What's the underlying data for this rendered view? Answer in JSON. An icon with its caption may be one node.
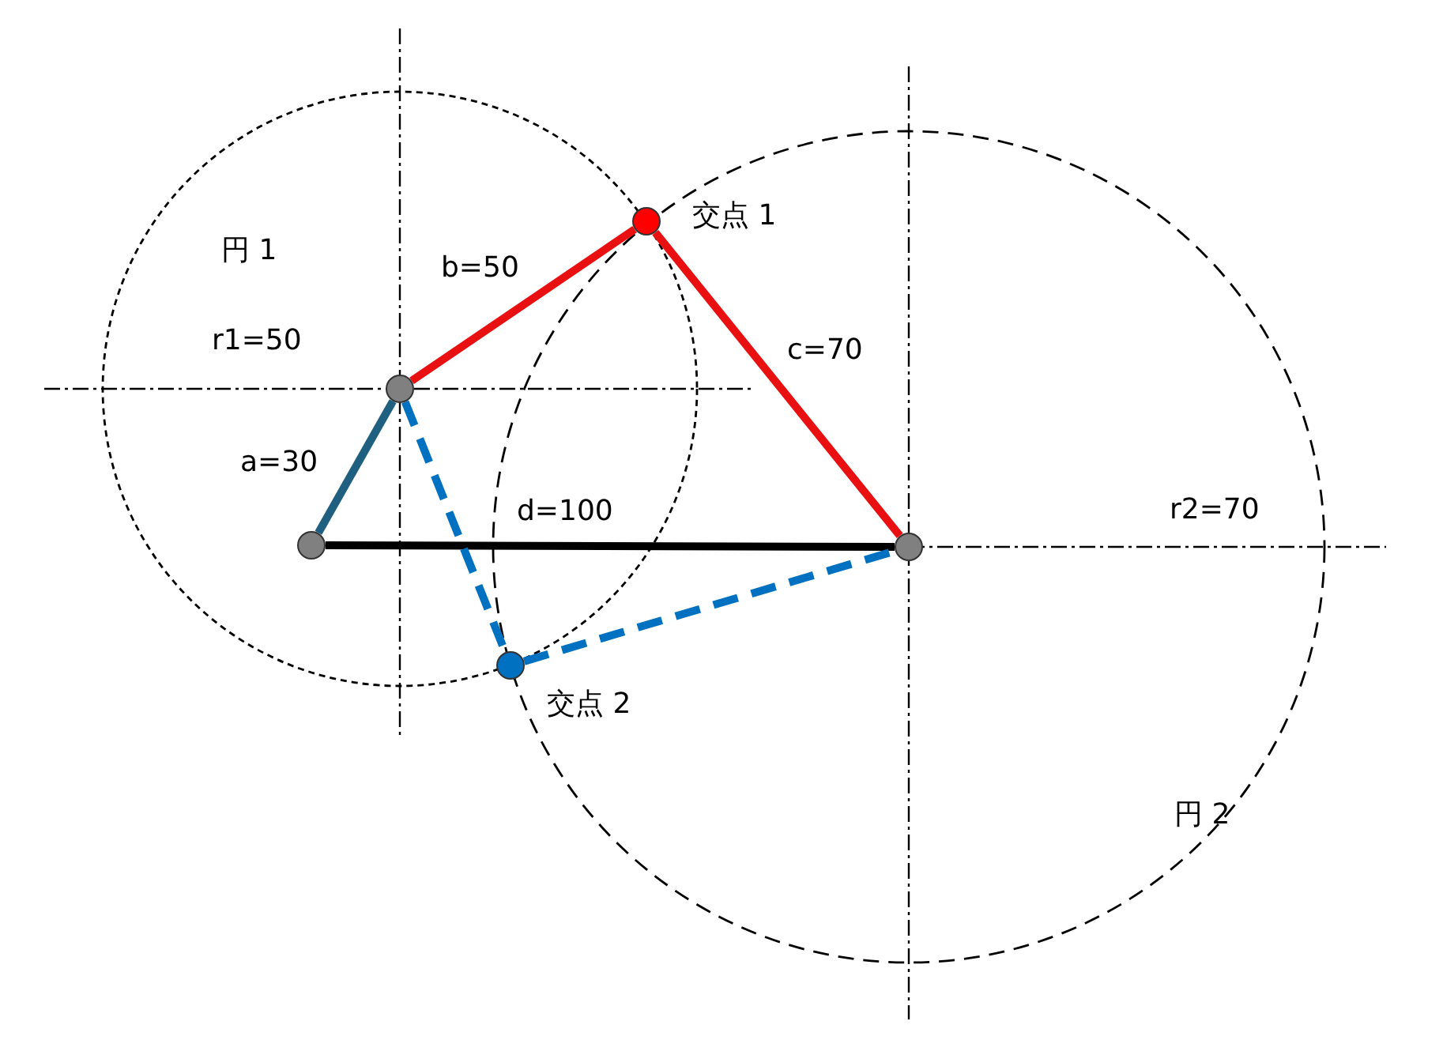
{
  "diagram": {
    "nodes": [
      {
        "text": [
          "円 1"
        ]
      },
      {
        "text": [
          "円 2"
        ]
      },
      {
        "text": [],
        "shape": "circle",
        "in": 0
      },
      {
        "text": [],
        "shape": "circle",
        "in": 0
      },
      {
        "text": [],
        "shape": "circle",
        "beside": [
          "交点 1"
        ]
      },
      {
        "text": [],
        "shape": "circle",
        "in": 1
      },
      {
        "text": [],
        "shape": "circle",
        "beside": [
          "交点 2"
        ]
      }
    ],
    "edges": [
      {
        "from": 2,
        "to": 3,
        "arrow": "none",
        "label": "a=30",
        "color": "#1f5f7f"
      },
      {
        "from": 3,
        "to": 4,
        "arrow": "none",
        "label": "b=50",
        "color": "#e81010"
      },
      {
        "from": 4,
        "to": 5,
        "arrow": "none",
        "label": "c=70",
        "color": "#e81010"
      },
      {
        "from": 2,
        "to": 5,
        "arrow": "none",
        "label": "d=100",
        "color": "#000000"
      },
      {
        "from": 3,
        "to": 6,
        "arrow": "none",
        "style": "dashed",
        "color": "#0070c0"
      },
      {
        "from": 6,
        "to": 5,
        "arrow": "none",
        "style": "dashed",
        "color": "#0070c0"
      }
    ],
    "labels": [
      "r1=50",
      "r2=70"
    ]
  }
}
